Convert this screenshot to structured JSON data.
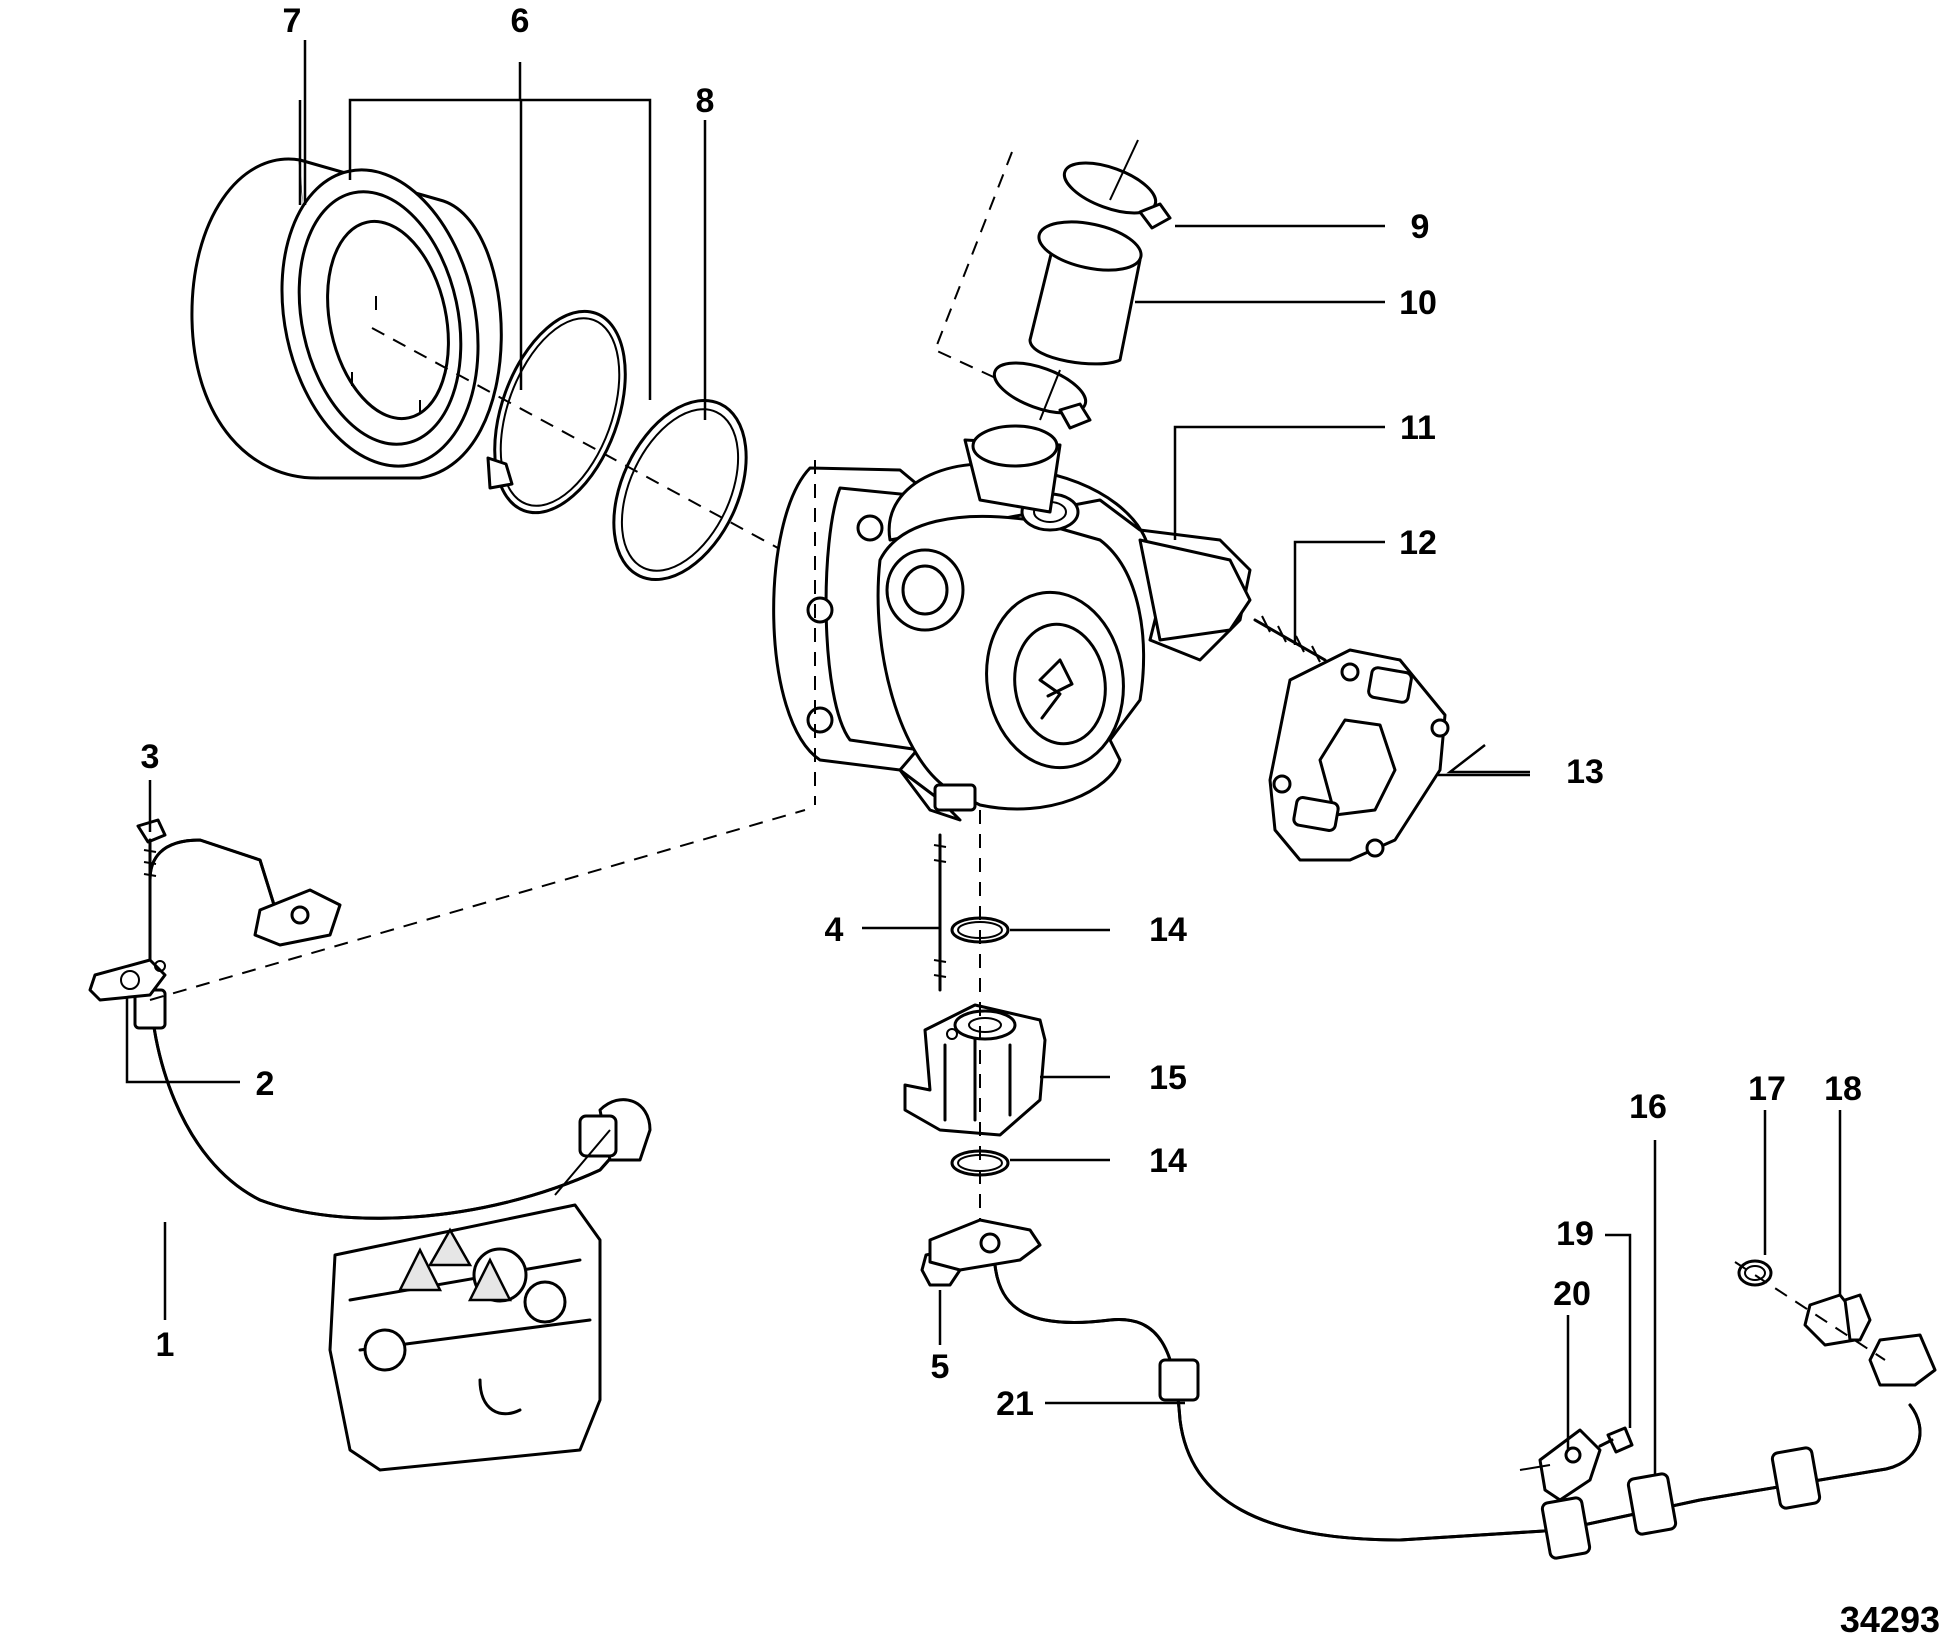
{
  "figure": {
    "number": "34293"
  },
  "callouts": {
    "c1": "1",
    "c2": "2",
    "c3": "3",
    "c4": "4",
    "c5": "5",
    "c6": "6",
    "c7": "7",
    "c8": "8",
    "c9": "9",
    "c10": "10",
    "c11": "11",
    "c12": "12",
    "c13": "13",
    "c14a": "14",
    "c14b": "14",
    "c15": "15",
    "c16": "16",
    "c17": "17",
    "c18": "18",
    "c19": "19",
    "c20": "20",
    "c21": "21"
  }
}
